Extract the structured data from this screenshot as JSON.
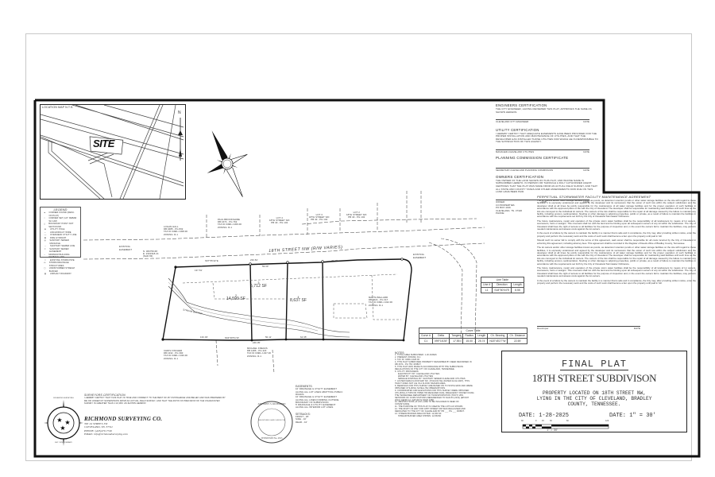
{
  "location_map": {
    "label": "LOCATION MAP N.T.S.",
    "site_label": "SITE",
    "north_label": "N"
  },
  "legend": {
    "title": "LEGEND",
    "items": [
      {
        "symbol": "filled-circle",
        "label": "CORNER FOUND (DESC. ON PLAT)"
      },
      {
        "symbol": "open-circle",
        "label": "CORNER SET (1/2\" REBAR W/ CAP)"
      },
      {
        "symbol": "triangle",
        "label": "BOUNDARY POINT NOT SET/FOUND"
      },
      {
        "symbol": "pole",
        "label": "UTILITY POLE"
      },
      {
        "symbol": "guy",
        "label": "ANCHOR/GUY WIRE"
      },
      {
        "symbol": "ohu-line",
        "label": "OVERHEAD UTILITY LINE"
      },
      {
        "symbol": "hydrant",
        "label": "FIRE HYDRANT"
      },
      {
        "symbol": "manhole",
        "label": "SANITARY SEWER MANHOLE"
      },
      {
        "symbol": "ss-line",
        "label": "SANITARY SEWER LINE"
      },
      {
        "symbol": "ss-easement",
        "label": "SANITARY SEWER EASEMENT"
      },
      {
        "symbol": "bsl",
        "label": "MINIMUM BUILDING SETBACK LINE"
      },
      {
        "symbol": "storm-pipe",
        "label": "EXISTING STORM PIPE"
      },
      {
        "symbol": "storm-structure",
        "label": "STORM DRAINAGE STRUCTURES"
      },
      {
        "symbol": "stream-buffer",
        "label": "UNDISTURBED STREAM BUFFER"
      },
      {
        "symbol": "asphalt",
        "label": "ASPHALT ROADWAY"
      }
    ]
  },
  "plat": {
    "street_label": "18TH STREET NW (R/W VARIES)",
    "lots": [
      {
        "number": "2",
        "area": "14,599 SF"
      },
      {
        "number": "3",
        "area": "5,712 SF"
      },
      {
        "number": "4",
        "area": "8,637 SF"
      }
    ],
    "adjoiners": [
      {
        "name": "LOGAN HALL",
        "ref1": "DB 0485 - PG 832",
        "ref2": "TAX ID 049D-J-008.00",
        "zoning": "ZONING: R-1"
      },
      {
        "name": "PAUL BROOKSHIRE",
        "ref1": "DB 1674 - PG 762",
        "ref2": "TAX ID 049D-J-009.00",
        "zoning": "ZONING: R-1"
      },
      {
        "name": "LOT 4",
        "ref1": "18TH STREET S/D",
        "ref2": "PB 40 - PG 102",
        "zoning": ""
      },
      {
        "name": "LOT 3",
        "ref1": "18TH STREET S/D",
        "ref2": "PB 40 - PG 102",
        "zoning": ""
      },
      {
        "name": "LOT 2",
        "ref1": "18TH STREET S/D",
        "ref2": "PB 40 - PG 102",
        "zoning": ""
      },
      {
        "name": "MARTA BALLARD",
        "ref1": "DB 2224 - PG 317",
        "ref2": "TAX ID 049D-J-022.00",
        "zoning": "ZONING: R-1"
      },
      {
        "name": "CHRIS FINCHER",
        "ref1": "DB 1332 - PG 390",
        "ref2": "TAX ID 049D-J-026.00",
        "zoning": "ZONING: R-1"
      },
      {
        "name": "MICHAEL FREAKS",
        "ref1": "DB 1486 - PG 423",
        "ref2": "TAX ID 049D-J-027.00",
        "zoning": "ZONING: R-1"
      }
    ],
    "dimensions": {
      "top_bearing": "S67°55'42\"E",
      "top_dist": "233.81'",
      "seg_a": "137.51'",
      "seg_b": "59.00'",
      "seg_c": "45.00'",
      "bottom_bearing": "N64°08'51\"W",
      "bottom_total": "246.05'",
      "bottom_a": "133.03'",
      "bottom_b": "50.11'",
      "bottom_c": "64.95'",
      "coord_n": "N: 306759.68",
      "coord_e": "E: 2301918.24",
      "coord_datum": "(NAD 83)",
      "stream_label": "STREAM BUFFER",
      "existing_easement": "EXISTING EASEMENT"
    }
  },
  "curve_table": {
    "title": "Curve Table",
    "headers": [
      "Curve #",
      "Delta",
      "Tangent",
      "Radius",
      "Length",
      "Ch. Bearing",
      "Ch. Distance"
    ],
    "rows": [
      [
        "C1",
        "099°16'28\"",
        "17.55",
        "15.00",
        "25.74",
        "N18°45'27\"W",
        "22.69"
      ]
    ]
  },
  "line_table": {
    "title": "Line Table",
    "headers": [
      "Line #",
      "Direction",
      "Length"
    ],
    "rows": [
      [
        "L1",
        "S18°50'04\"E",
        "8.55"
      ]
    ]
  },
  "certifications": {
    "engineers": {
      "title": "ENGINEERS CERTIFICATION",
      "body": "THE CITY ENGINEER, HAVING REVIEWED THIS PLAT, APPROVES THE SAME AS SHOWN HEREON.",
      "sign_label": "CLEVELAND CITY ENGINEER",
      "date_label": "DATE"
    },
    "utility": {
      "title": "UTILITY CERTIFICATION",
      "body": "I HEREBY CERTIFY THAT ADEQUATE EASEMENTS HAVE BEEN PROVIDED FOR THE PROPER INSTALLATION AND MAINTENANCE OF UTILITIES, AND THAT THE DEVELOPER HAS INSTALLED THOSE UTILITIES FOR WHICH HE IS RESPONSIBLE TO THE SATISFACTION OF THIS AGENCY.",
      "sign_label": "MANAGER-CLEVELAND UTILITIES",
      "date_label": "DATE"
    },
    "planning": {
      "title": "PLANNING COMMISSION CERTIFICATE",
      "sign_label": "SECRETARY-CLEVELAND PLANNING COMMISSION",
      "date_label": "DATE"
    },
    "owners": {
      "title": "OWNERS CERTIFICATION",
      "body": "THE OWNER OF THE LAND SHOWN ON THIS PLAT, AND WHOSE NAME IS SUBSCRIBED HERETO, IN PERSON OR THROUGH A DULY AUTHORIZED AGENT, CERTIFIES THAT THE PLAT WAS MADE FROM AN ACTUAL FIELD SURVEY, AND THAT ALL STATE AND COUNTY TAXES AND OTHER ASSESSMENTS NOW DUE ON THIS LAND HAVE BEEN PAID.",
      "owner_label": "OWNER",
      "dob_label": "DOB",
      "date_label": "DATE",
      "owner_name": "C3 PROPERTIES",
      "owner_addr1": "PO BOX 4196",
      "owner_addr2": "CLEVELAND, TN. 37320",
      "owner_phone": "PHONE:"
    }
  },
  "maintenance": {
    "title": "PERPETUAL STORMWATER FACILITY MAINTENANCE AGREEMENT",
    "body": "The lot owners and/or other storage facilities known as ponds, as detention/ retention ponds or other water storage facilities on the site with regard to these facilities, it is expressly understood and agreed by the developer and its successors that the owner of such lots within the subject subdivision and the developer shall at all times be jointly responsible for the maintenance of all water storage facilities and for the proper operation of such facilities in accordance with the approved plans on file with the City of Cleveland. The developer shall be responsible for maintaining said facilities until such time as the lots are conveyed to the individual lot owners. The owners of the lots shall be responsible for the repair of all damage caused by the failure to maintain any facility, including erosion, sedimentation, flooding or other damage to adjoining properties, public or private, as a result of failure to maintain the facilities in accordance with the requirements set forth by the City of Cleveland Stormwater Ordinance.",
    "body2": "The future maintenance, repair and operation of the private storm water facilities shall be the responsibility of all landowners by means of lot owners, successors, heirs or assigns. This covenant shall run with the land and be binding upon all subsequent owners of any lot within the subdivision. The City of Cleveland shall have the right of access to all facilities for the purpose of inspection and, in the event the owners fail to maintain the facilities, may perform needed maintenance and assess costs against the lot owners.",
    "body3": "In the event of a failure by the owners to maintain the facility in a manner that is safe and in compliance, the City may, after providing written notice, enter the property and perform the necessary work and the costs of such work shall become a lien upon the property until paid in full.",
    "body4": "Should such lot owner fail to comply with the terms of this agreement, said owner shall be responsible for all costs incurred by the City of Cleveland in enforcing this agreement, including attorney fees. This agreement shall be recorded in the Register of Deeds office of Bradley County, Tennessee.",
    "sign_label": "Developer",
    "date_label": "DATE"
  },
  "easements": {
    "title": "EASEMENTS:",
    "items": [
      "10' DRAINAGE & UTILITY EASEMENT ALONG ALL LOT LINES ABUTTING PUBLIC ROADS.",
      "10' DRAINAGE & UTILITY EASEMENT ALONG ALL LINES FORMING OUTSIDE BOUNDARY OF SUBDIVISION.",
      "5' DRAINAGE & UTILITY EASEMENT ALONG ALL INTERIOR LOT LINES."
    ]
  },
  "setbacks": {
    "title": "SETBACKS:",
    "items": [
      "FRONT - 25'",
      "SIDE - 10'",
      "REAR - 10'"
    ]
  },
  "notes": {
    "title": "NOTES:",
    "items": [
      "1. TOTAL AREA SUBDIVIDED: 1.20 ACRES",
      "2. PRESENT ZONING: R-1",
      "3. TAX ID: 049D-J-028.00",
      "4. THIS PLAT SUBDIVIDES PROPERTY DESCRIBED BY DEED RECORDED IN DB 3074 - PG 753, ROBCT.",
      "5. THIS PLAT WAS MADE IN ACCORDANCE WITH THE SUBDIVISION REGULATIONS OF THE CITY OF CLEVELAND, TENNESSEE.",
      "6. UTILITY PROVIDERS:",
      "     ELECTRICITY BY: CLEVELAND UTILITIES",
      "     WATER BY: CLEVELAND UTILITIES",
      "     SEWAGE DISPOSAL BY: SANITARY SEWER CLEVELAND UTILITIES",
      "7. AS PER FEMA FLOOD MAP NO. 47011C0171E (DATED 02-02-2007), THIS TRACT DOES NOT LIE IN A FLOOD HAZARD AREA.",
      "8. BEARINGS FOR THIS SURVEY ARE BASED ON TN STATE GRID AND WERE OBTAINED UTILIZING SATELLITE OBSERVATIONS.",
      "9. COORDINATES AND ELEVATIONS FOR THIS SURVEY WERE OBTAINED UTILIZING A TOPCON HIPER HR RECEIVER DUAL FREQUENCY ROVER USING THE TENNESSEE DEPARTMENT OF TRANSPORTATION (TDOT) VRS NETWORK OF CORS STATIONS REFERENCED TO NAD 83 (2011) (EPOCH 2010) GEOID 12. DATUM IS NAVD 1988.",
      "10. RESTRICTIONS (IF ANY) ARE TO BE INCLUDED IN DEED OF CONVEYANCE.",
      "11. THE PURPOSE OF THIS PLAT IS CREATE THE LOTS AS SHOWN.",
      "12. THE RIGHT OF WAY FOR 18TH STREET NW WAS REALIGNED AND DEDICATED TO THE CITY OF CLEVELAND BY PB ___ PG ___ ROBCT.",
      "13. STREAM BUFFER AREA NOTED: 12,830 SF",
      "     STREAM BUFFER AREA SHOWN: 12,830SF"
    ]
  },
  "title_block": {
    "heading": "FINAL PLAT",
    "subdivision": "18TH STREET SUBDIVISON",
    "location_line1": "PROPERTY LOCATED ON 18TH STREET NW,",
    "location_line2": "LYING IN THE CITY OF CLEVELAND, BRADLEY",
    "location_line3": "COUNTY, TENNESSEE.",
    "date": "DATE: 1-28-2025",
    "scale": "DATE: 1\" = 30'",
    "scale_ticks": [
      "30",
      "0",
      "15",
      "30",
      "60",
      "120"
    ],
    "scale_caption": "1\" = 30'"
  },
  "surveyor": {
    "cert_title": "SURVEYORS CERTIFICATION",
    "cert_body": "I HEREBY CERTIFY THAT THIS PLAT IS TRUE AND CORRECT TO THE BEST OF MY KNOWLEDGE AND BELIEF AND WAS PREPARED BY ME OR UNDER MY SUPERVISION FROM AN ACTUAL FIELD SURVEY, AND THAT THE RATIO OF PRECISION OF THE UNADJUSTED SURVEY IS GREATER THAN 1:10,000. AS SHOWN HEREON.",
    "company": "RICHMOND SURVEYING CO.",
    "address": "363 1st STREET, SW",
    "city": "CLEVELAND, TN. 37311",
    "phone": "PHONE: (423)479-7749",
    "email": "EMAIL: info@richmondsurveying.com",
    "logo_top": "RICHMOND SURVEYING",
    "logo_bottom": "EST. 1976 COMPANY",
    "seal_top": "ANTHONY S. RICHMOND",
    "seal_bottom": "TENNESSEE No. 2815",
    "seal_mid": "REGISTERED LAND SURVEYOR"
  }
}
